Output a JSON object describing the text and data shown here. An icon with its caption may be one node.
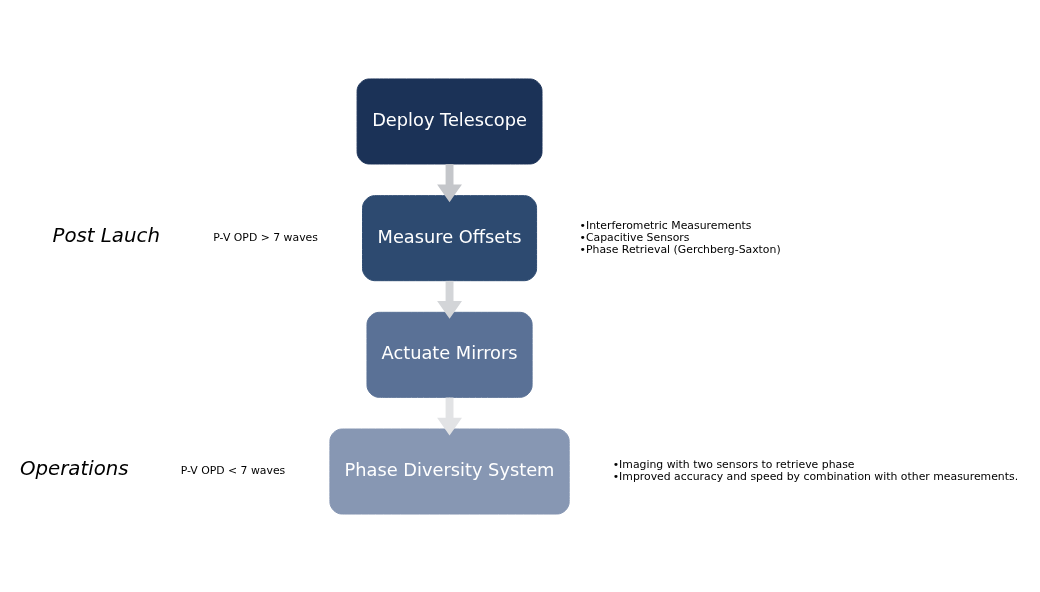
{
  "diagram": {
    "nodes": [
      {
        "text": [
          "Deploy Telescope"
        ]
      },
      {
        "text": [
          "Measure Offsets"
        ],
        "beside": [
          "•Interferometric Measurements",
          "•Capacitive Sensors",
          "•Phase Retrieval (Gerchberg-Saxton)"
        ]
      },
      {
        "text": [
          "Actuate Mirrors"
        ]
      },
      {
        "text": [
          "Phase Diversity System"
        ],
        "beside": [
          "•Imaging with two sensors to retrieve phase",
          "•Improved accuracy and speed by combination with other measurements."
        ]
      }
    ],
    "edges": [
      {
        "from": 0,
        "to": 1,
        "arrow": "to",
        "color": "#c4c6ca"
      },
      {
        "from": 1,
        "to": 2,
        "arrow": "to",
        "color": "#d3d5d8"
      },
      {
        "from": 2,
        "to": 3,
        "arrow": "to",
        "color": "#e2e3e5"
      }
    ],
    "labels": [
      "Post Lauch",
      "P-V OPD > 7 waves",
      "Operations",
      "P-V OPD < 7 waves"
    ]
  }
}
